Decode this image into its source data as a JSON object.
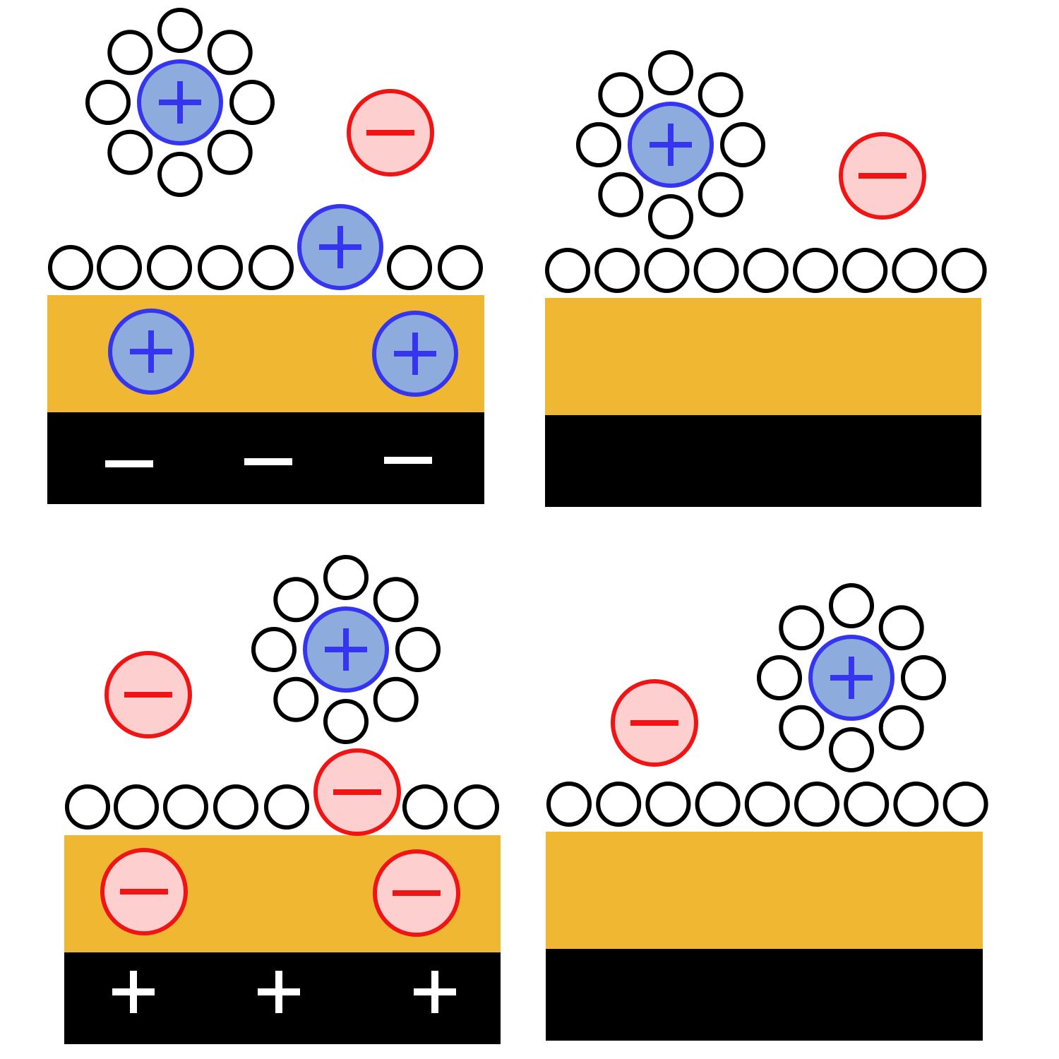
{
  "colors": {
    "background": "#ffffff",
    "electrolyte_layer": "#f0b732",
    "electrode": "#000000",
    "cation_fill": "#8eabdd",
    "cation_stroke": "#3535f0",
    "anion_fill": "#fdcfcf",
    "anion_stroke": "#f01414",
    "solvent_stroke": "#000000"
  },
  "panels": [
    {
      "id": "top-left",
      "electrode_charge_sign": "negative",
      "electrode_charge_count": 3,
      "surface_solvent_count": 7,
      "surface_ion": "cation",
      "embedded_ions": [
        "cation",
        "cation"
      ],
      "free_ions": [
        "solvated-cation",
        "anion"
      ]
    },
    {
      "id": "top-right",
      "electrode_charge_sign": "neutral",
      "electrode_charge_count": 0,
      "surface_solvent_count": 9,
      "surface_ion": "",
      "embedded_ions": [],
      "free_ions": [
        "solvated-cation",
        "anion"
      ]
    },
    {
      "id": "bottom-left",
      "electrode_charge_sign": "positive",
      "electrode_charge_count": 3,
      "surface_solvent_count": 7,
      "surface_ion": "anion",
      "embedded_ions": [
        "anion",
        "anion"
      ],
      "free_ions": [
        "anion",
        "solvated-cation"
      ]
    },
    {
      "id": "bottom-right",
      "electrode_charge_sign": "neutral",
      "electrode_charge_count": 0,
      "surface_solvent_count": 9,
      "surface_ion": "",
      "embedded_ions": [],
      "free_ions": [
        "anion",
        "solvated-cation"
      ]
    }
  ]
}
